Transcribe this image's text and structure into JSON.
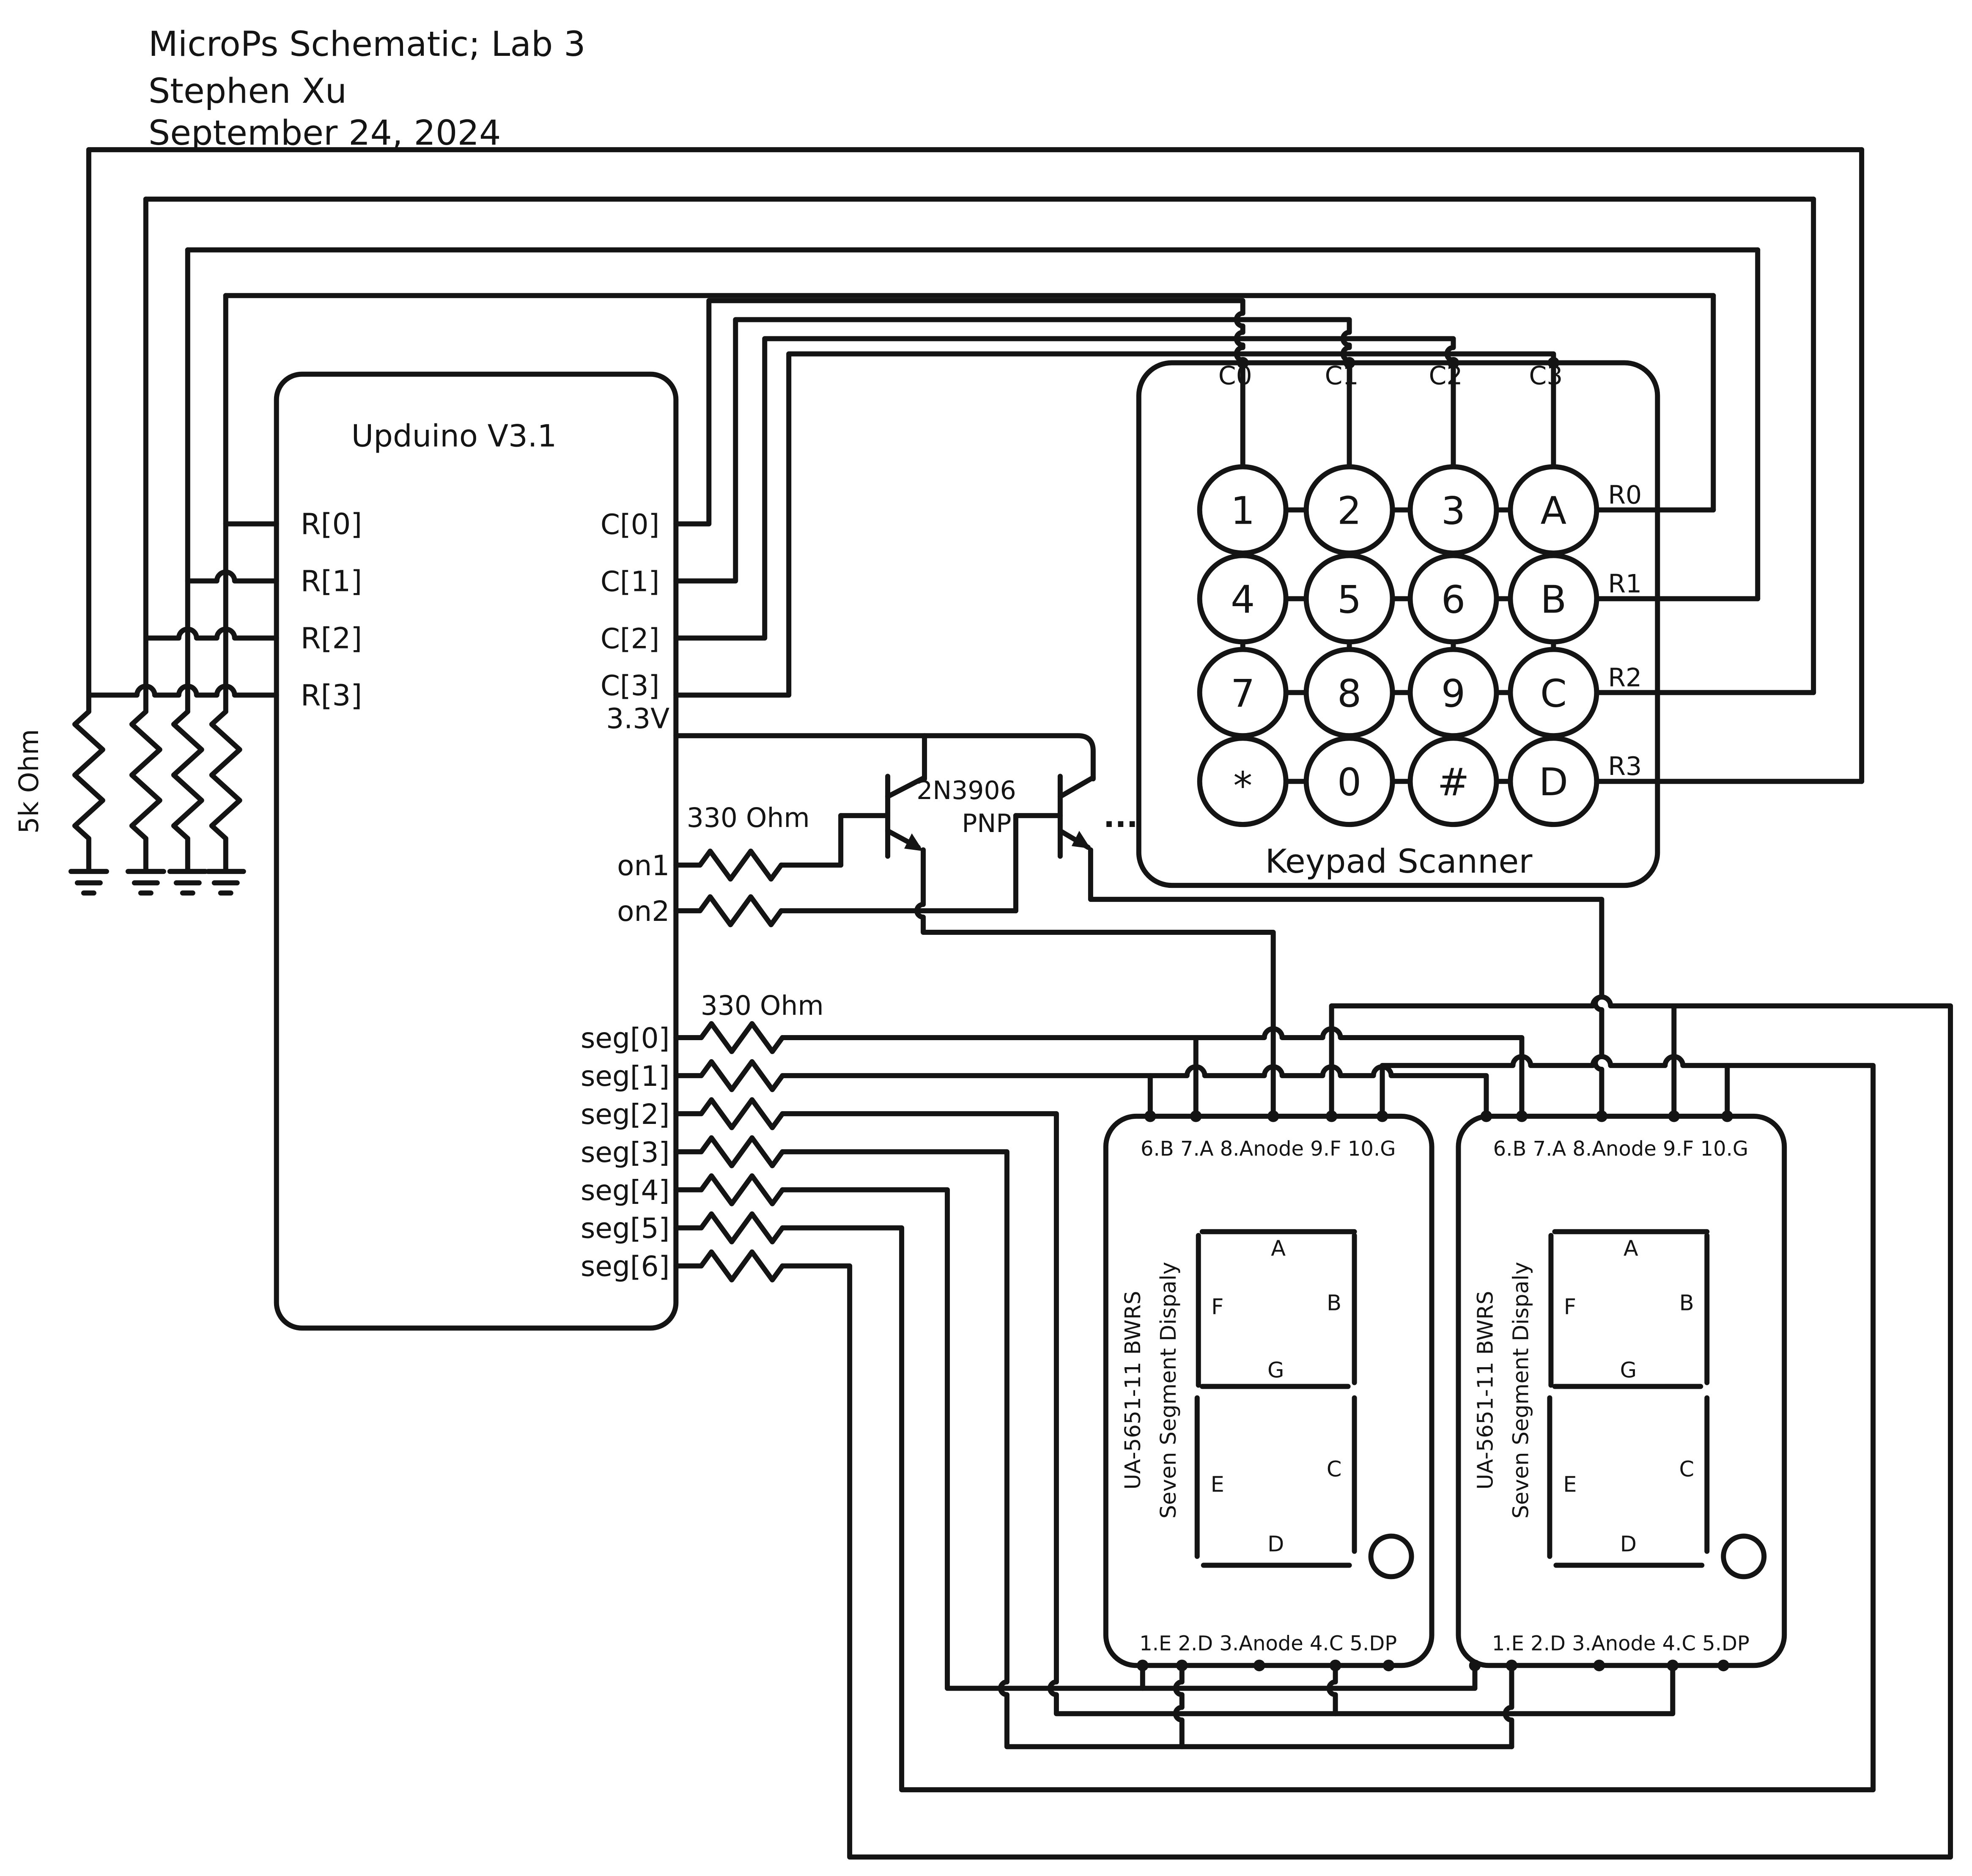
{
  "title": {
    "line1": "MicroPs Schematic; Lab 3",
    "line2": "Stephen Xu",
    "line3": "September 24, 2024"
  },
  "upduino": {
    "name": "Upduino V3.1",
    "r_pins": [
      "R[0]",
      "R[1]",
      "R[2]",
      "R[3]"
    ],
    "c_pins": [
      "C[0]",
      "C[1]",
      "C[2]",
      "C[3]"
    ],
    "power_pin": "3.3V",
    "on_pins": [
      "on1",
      "on2"
    ],
    "seg_pins": [
      "seg[0]",
      "seg[1]",
      "seg[2]",
      "seg[3]",
      "seg[4]",
      "seg[5]",
      "seg[6]"
    ]
  },
  "labels": {
    "pullup_resistors": "5k Ohm",
    "base_resistors": "330 Ohm",
    "seg_resistors": "330 Ohm",
    "transistor_part": "2N3906",
    "transistor_type": "PNP",
    "more_stages": "..."
  },
  "keypad": {
    "title": "Keypad Scanner",
    "col_labels": [
      "C0",
      "C1",
      "C2",
      "C3"
    ],
    "row_labels": [
      "R0",
      "R1",
      "R2",
      "R3"
    ],
    "keys": [
      [
        "1",
        "2",
        "3",
        "A"
      ],
      [
        "4",
        "5",
        "6",
        "B"
      ],
      [
        "7",
        "8",
        "9",
        "C"
      ],
      [
        "*",
        "0",
        "#",
        "D"
      ]
    ]
  },
  "display": {
    "model_line": "UA-5651-11 BWRS",
    "type_line": "Seven Segment Dispaly",
    "top_pins": "6.B 7.A 8.Anode 9.F 10.G",
    "bottom_pins": "1.E 2.D 3.Anode 4.C 5.DP",
    "seg_a": "A",
    "seg_b": "B",
    "seg_c": "C",
    "seg_d": "D",
    "seg_e": "E",
    "seg_f": "F",
    "seg_g": "G"
  }
}
